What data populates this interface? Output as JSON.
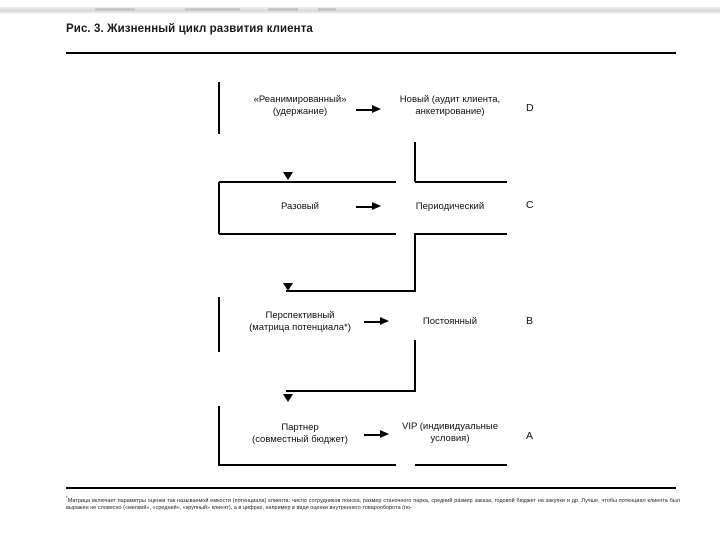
{
  "page": {
    "figure_title_prefix": "Рис. 3.",
    "figure_title": "Жизненный цикл развития клиента"
  },
  "diagram": {
    "type": "flow",
    "rows": [
      {
        "letter": "D",
        "left": "«Реанимированный»\n(удержание)",
        "left_line1": "«Реанимированный»",
        "left_line2": "(удержание)",
        "right_line1": "Новый (аудит клиента,",
        "right_line2": "анкетирование)"
      },
      {
        "letter": "C",
        "left_line1": "Разовый",
        "left_line2": "",
        "right_line1": "Периодический",
        "right_line2": ""
      },
      {
        "letter": "B",
        "left_line1": "Перспективный",
        "left_line2": "(матрица потенциала*)",
        "right_line1": "Постоянный",
        "right_line2": ""
      },
      {
        "letter": "A",
        "left_line1": "Партнер",
        "left_line2": "(совместный бюджет)",
        "right_line1": "VIP (индивидуальные",
        "right_line2": "условия)"
      }
    ]
  },
  "footnote": {
    "marker": "*",
    "text": "Матрица включает параметры оценки так называемой емкости (потенциала) клиента: число сотрудников поиска, размер станочного парка, средний размер заказа, годовой бюджет на закупки и др. Лучше, чтобы потенциал клиента был выражен не словесно («мелкий», «средний», «крупный» клиент), а в цифрах, например в виде оценки внутреннего товарооборота (по-"
  }
}
